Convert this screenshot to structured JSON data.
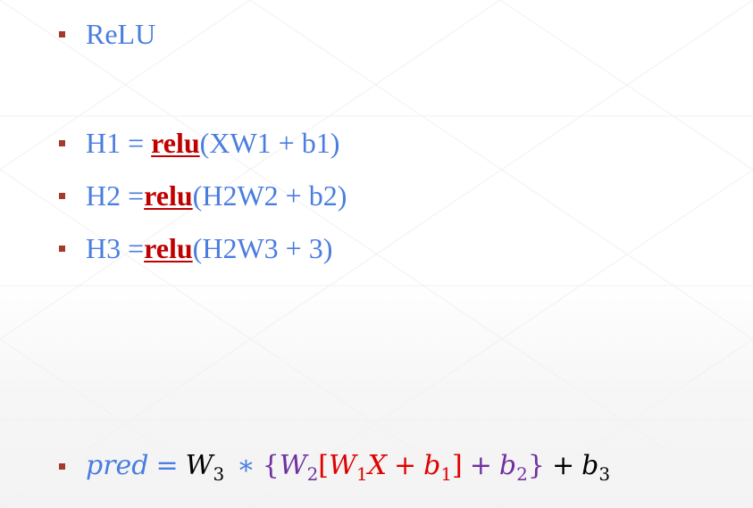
{
  "colors": {
    "bullet": "#a43a2a",
    "text": "#4a7de0",
    "relu": "#c00000",
    "formula_black": "#000000",
    "formula_purple": "#7030a0",
    "formula_red": "#e00000",
    "formula_blue": "#4a7de0"
  },
  "slide": {
    "heading": "ReLU",
    "lines": [
      {
        "prefix": "H1 = ",
        "func": "relu",
        "suffix": "(XW1 + b1)"
      },
      {
        "prefix": "H2 =",
        "func": "relu",
        "suffix": "(H2W2 + b2)"
      },
      {
        "prefix": "H3 =",
        "func": "relu",
        "suffix": "(H2W3 + 3)"
      }
    ],
    "formula": {
      "pred": "pred",
      "eq": "=",
      "w3": "W",
      "w3_sub": "3",
      "mul": "∗",
      "lbrace": "{",
      "w2": "W",
      "w2_sub": "2",
      "lbrack": "[",
      "w1": "W",
      "w1_sub": "1",
      "x": "X",
      "plus1": "+",
      "b1": "b",
      "b1_sub": "1",
      "rbrack": "]",
      "plus2": "+",
      "b2": "b",
      "b2_sub": "2",
      "rbrace": "}",
      "plus3": "+",
      "b3": "b",
      "b3_sub": "3"
    }
  }
}
